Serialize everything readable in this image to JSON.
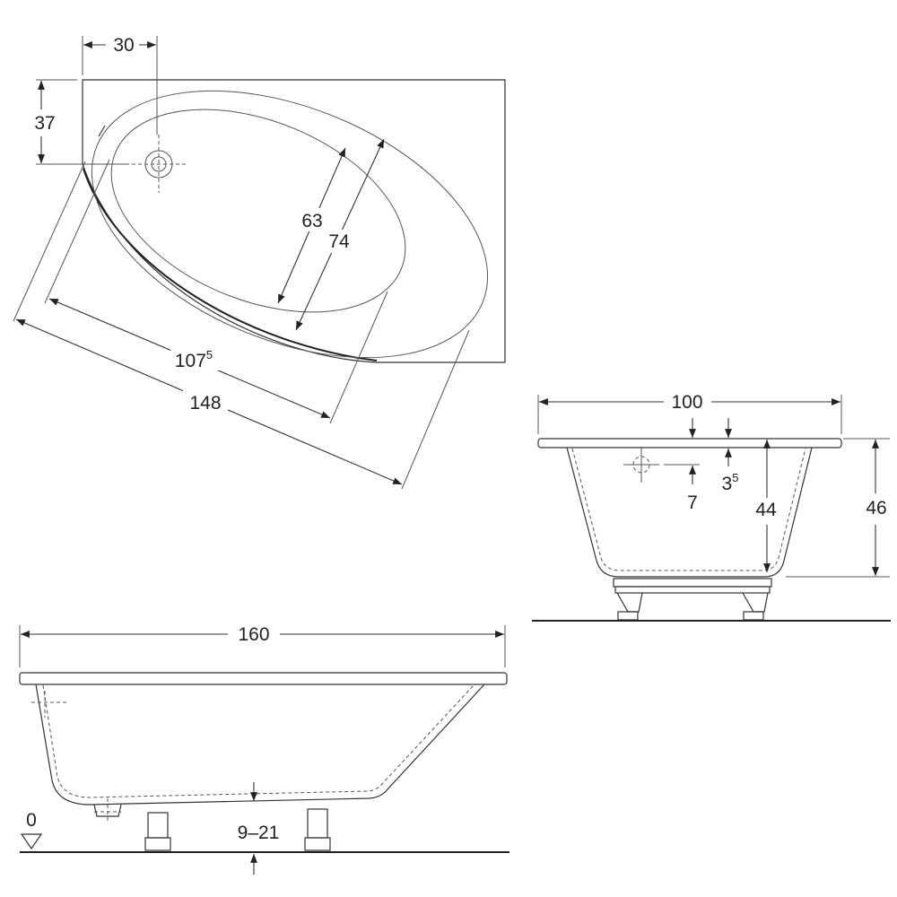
{
  "title": "Corner bathtub dimension drawing",
  "top_view": {
    "dim_drain_x": "30",
    "dim_drain_y": "37",
    "dim_inner_width": "63",
    "dim_outer_width": "74",
    "dim_inner_length": "107",
    "dim_inner_length_sup": "5",
    "dim_outer_length": "148"
  },
  "side_view": {
    "dim_width": "100",
    "dim_overflow": "7",
    "dim_rim": "3",
    "dim_rim_sup": "5",
    "dim_inner_depth": "44",
    "dim_total_height": "46"
  },
  "front_view": {
    "dim_length": "160",
    "dim_floor_level": "0",
    "dim_feet_range": "9–21"
  }
}
